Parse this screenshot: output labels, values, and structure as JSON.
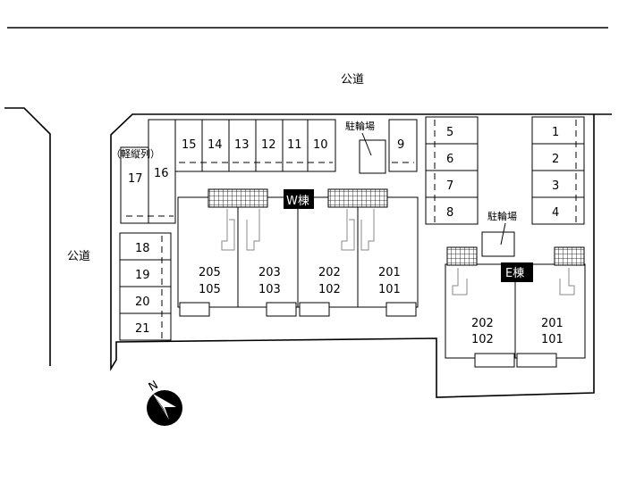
{
  "roads": {
    "top": "公道",
    "left": "公道"
  },
  "parking": {
    "light_note": "（軽縦列）",
    "top_row": [
      "15",
      "14",
      "13",
      "12",
      "11",
      "10"
    ],
    "left_col": [
      "17",
      "16"
    ],
    "single": "9",
    "bottom_left": [
      "18",
      "19",
      "20",
      "21"
    ],
    "middle_col": [
      "5",
      "6",
      "7",
      "8"
    ],
    "right_col": [
      "1",
      "2",
      "3",
      "4"
    ]
  },
  "bicycle": {
    "label": "駐輪場"
  },
  "buildings": {
    "west": {
      "name": "W棟",
      "units": [
        {
          "upper": "205",
          "lower": "105"
        },
        {
          "upper": "203",
          "lower": "103"
        },
        {
          "upper": "202",
          "lower": "102"
        },
        {
          "upper": "201",
          "lower": "101"
        }
      ]
    },
    "east": {
      "name": "E棟",
      "units": [
        {
          "upper": "202",
          "lower": "102"
        },
        {
          "upper": "201",
          "lower": "101"
        }
      ]
    }
  },
  "compass": {
    "letter": "N"
  }
}
